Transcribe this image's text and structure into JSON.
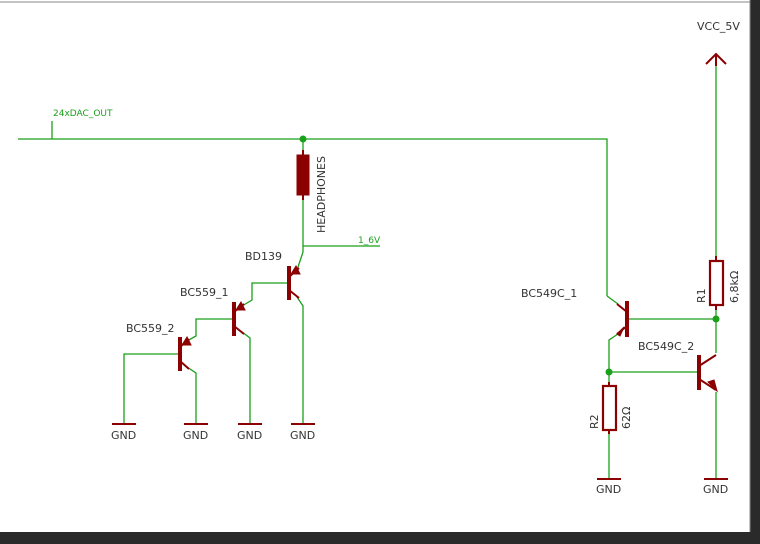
{
  "colors": {
    "background": "#ffffff",
    "wire": "#1aa01a",
    "component": "#8b0000",
    "text": "#333333",
    "frame": "#2a2a2a"
  },
  "nets": {
    "dac_out": "24xDAC_OUT",
    "v16": "1_6V",
    "vcc": "VCC_5V"
  },
  "components": {
    "headphones": "HEADPHONES",
    "bd139": "BD139",
    "bc559_1": "BC559_1",
    "bc559_2": "BC559_2",
    "bc549c_1": "BC549C_1",
    "bc549c_2": "BC549C_2",
    "r1_name": "R1",
    "r1_value": "6,8kΩ",
    "r2_name": "R2",
    "r2_value": "62Ω"
  },
  "ground_label": "GND"
}
